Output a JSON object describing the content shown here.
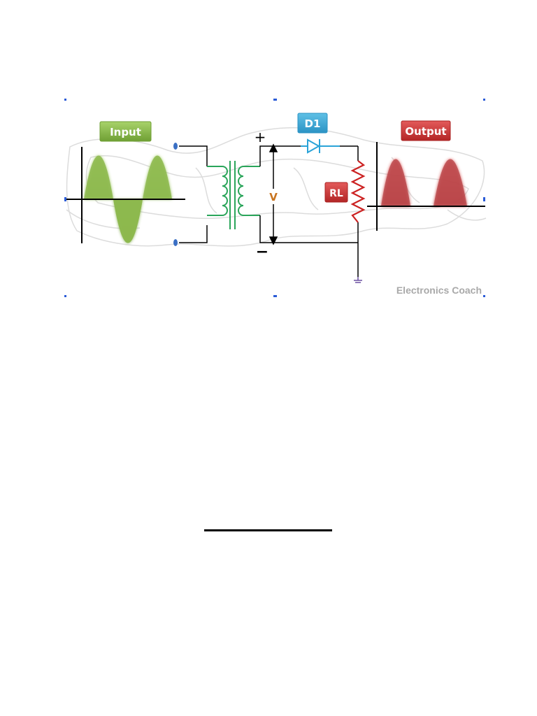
{
  "diagram": {
    "input_label": "Input",
    "output_label": "Output",
    "diode_label": "D1",
    "load_label": "RL",
    "voltage_label": "V",
    "plus_sign": "+",
    "minus_sign": "−",
    "watermark": "Electronics Coach"
  },
  "colors": {
    "input_wave": "#8db84e",
    "input_label_bg": "#8fbf46",
    "output_wave": "#b9474b",
    "output_label_bg": "#cf3f3f",
    "diode": "#2aa3d8",
    "diode_label_bg": "#3aa7d2",
    "transformer": "#2aa55a",
    "resistor": "#cc2222",
    "voltage_text": "#c8741f",
    "ground": "#6a4fa0"
  }
}
